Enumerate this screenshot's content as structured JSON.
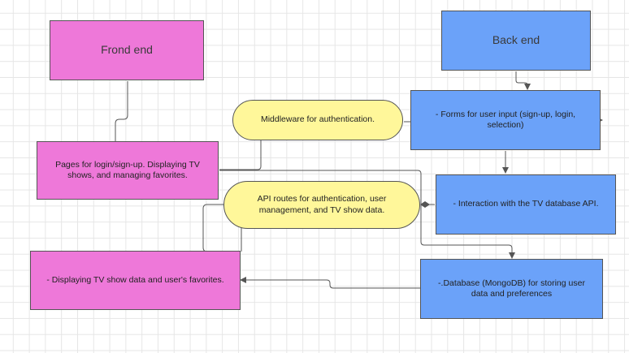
{
  "nodes": {
    "frontend_header": "Frond end",
    "backend_header": "Back end",
    "login_pages": "Pages for login/sign-up. Displaying TV shows, and managing favorites.",
    "display_favorites": "- Displaying TV show data and user's favorites.",
    "middleware": "Middleware for authentication.",
    "api_routes": "API routes for authentication, user management, and TV show data.",
    "forms": "- Forms for user input (sign-up, login, selection)",
    "tv_api": "- Interaction with the TV database API.",
    "database": "-.Database (MongoDB) for storing user data and preferences"
  },
  "colors": {
    "frontend": "#ee78d9",
    "backend": "#6ba2f9",
    "middleware": "#fff79a",
    "connector": "#555555"
  }
}
